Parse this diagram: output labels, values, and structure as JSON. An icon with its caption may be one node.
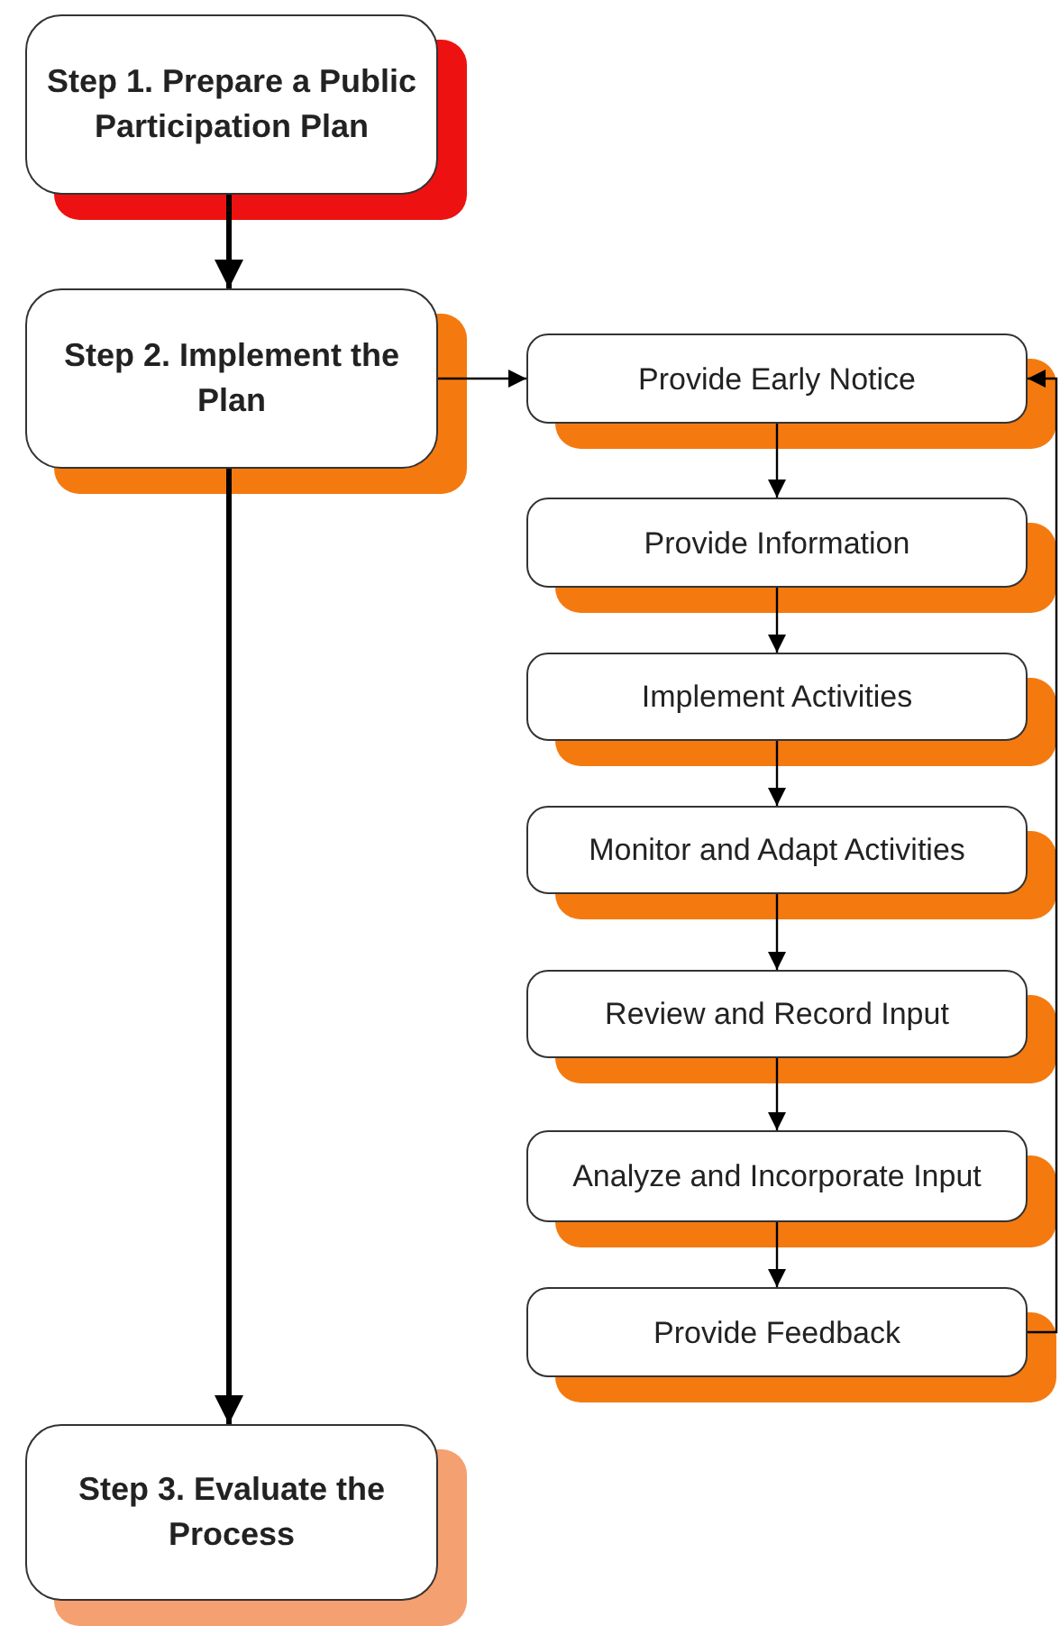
{
  "diagram": {
    "nodes": [
      {
        "text": [
          "Step 1.  Prepare a Public Participation Plan"
        ]
      },
      {
        "text": [
          "Step 2.  Implement the Plan"
        ]
      },
      {
        "text": [
          "Step 3.  Evaluate the Process"
        ]
      },
      {
        "text": [
          "Provide Early Notice"
        ]
      },
      {
        "text": [
          "Provide Information"
        ]
      },
      {
        "text": [
          "Implement Activities"
        ]
      },
      {
        "text": [
          "Monitor and Adapt Activities"
        ]
      },
      {
        "text": [
          "Review and Record Input"
        ]
      },
      {
        "text": [
          "Analyze and Incorporate Input"
        ]
      },
      {
        "text": [
          "Provide Feedback"
        ]
      }
    ],
    "edges": [
      {
        "from": 0,
        "to": 1,
        "arrow": "to",
        "style": "thick"
      },
      {
        "from": 1,
        "to": 2,
        "arrow": "to",
        "style": "thick"
      },
      {
        "from": 1,
        "to": 3,
        "arrow": "to"
      },
      {
        "from": 3,
        "to": 4,
        "arrow": "to"
      },
      {
        "from": 4,
        "to": 5,
        "arrow": "to"
      },
      {
        "from": 5,
        "to": 6,
        "arrow": "to"
      },
      {
        "from": 6,
        "to": 7,
        "arrow": "to"
      },
      {
        "from": 7,
        "to": 8,
        "arrow": "to"
      },
      {
        "from": 8,
        "to": 9,
        "arrow": "to"
      },
      {
        "from": 9,
        "to": 3,
        "arrow": "to"
      }
    ]
  }
}
